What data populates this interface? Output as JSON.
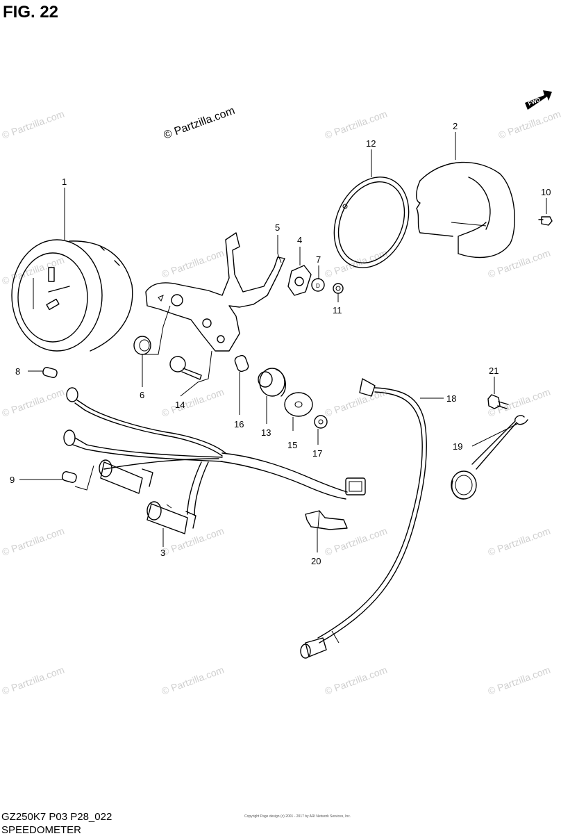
{
  "figure": {
    "title": "FIG. 22",
    "model_code": "GZ250K7 P03 P28_022",
    "section_name": "SPEEDOMETER",
    "logo_text": "© Partzilla.com",
    "watermark_text": "© Partzilla.com",
    "fwd_label": "FWD",
    "copyright_text": "Copyright Page design (c) 2001 - 2017 by ARI Network Services, Inc."
  },
  "callouts": [
    {
      "number": "1",
      "part": "speedometer-assembly"
    },
    {
      "number": "2",
      "part": "meter-case"
    },
    {
      "number": "3",
      "part": "socket-bulb"
    },
    {
      "number": "4",
      "part": "cushion"
    },
    {
      "number": "5",
      "part": "meter-bracket"
    },
    {
      "number": "6",
      "part": "grommet"
    },
    {
      "number": "7",
      "part": "washer"
    },
    {
      "number": "8",
      "part": "bulb"
    },
    {
      "number": "9",
      "part": "bulb"
    },
    {
      "number": "10",
      "part": "screw"
    },
    {
      "number": "11",
      "part": "nut"
    },
    {
      "number": "12",
      "part": "ring"
    },
    {
      "number": "13",
      "part": "cushion"
    },
    {
      "number": "14",
      "part": "bolt"
    },
    {
      "number": "15",
      "part": "washer"
    },
    {
      "number": "16",
      "part": "spacer"
    },
    {
      "number": "17",
      "part": "nut"
    },
    {
      "number": "18",
      "part": "speedometer-cable"
    },
    {
      "number": "19",
      "part": "clamp"
    },
    {
      "number": "20",
      "part": "clamp"
    },
    {
      "number": "21",
      "part": "screw"
    }
  ]
}
